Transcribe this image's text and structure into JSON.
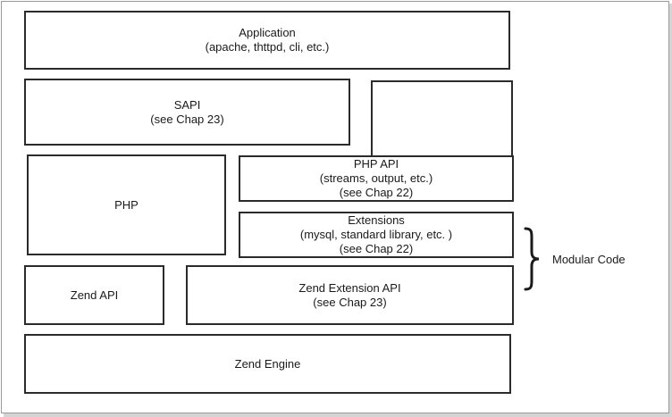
{
  "boxes": {
    "application": {
      "title": "Application",
      "subtitle": "(apache, thttpd, cli, etc.)"
    },
    "sapi": {
      "title": "SAPI",
      "subtitle": "(see Chap 23)"
    },
    "php": {
      "title": "PHP"
    },
    "php_api": {
      "title": "PHP API",
      "subtitle": "(streams, output, etc.)",
      "note": "(see Chap 22)"
    },
    "extensions": {
      "title": "Extensions",
      "subtitle": "(mysql, standard library, etc. )",
      "note": "(see Chap 22)"
    },
    "zend_api": {
      "title": "Zend API"
    },
    "zend_extension_api": {
      "title": "Zend Extension API",
      "subtitle": "(see Chap 23)"
    },
    "zend_engine": {
      "title": "Zend Engine"
    }
  },
  "brace": {
    "label": "Modular Code"
  },
  "colors": {
    "stroke": "#2b2b2b",
    "background": "#ffffff",
    "text": "#1a1a1a"
  }
}
